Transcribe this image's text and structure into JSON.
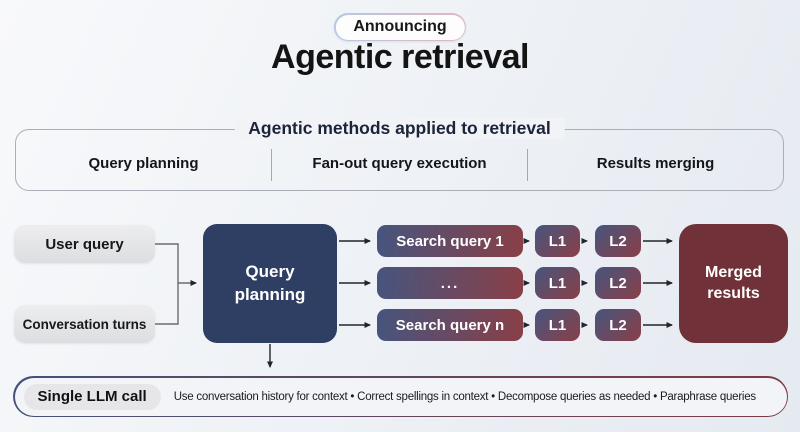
{
  "page": {
    "badge": "Announcing",
    "title": "Agentic retrieval"
  },
  "methods": {
    "title": "Agentic methods applied to retrieval",
    "columns": [
      "Query planning",
      "Fan-out query execution",
      "Results merging"
    ]
  },
  "flow": {
    "inputs": [
      {
        "label": "User query"
      },
      {
        "label": "Conversation turns"
      }
    ],
    "planner_label": "Query planning",
    "rows": [
      {
        "query": "Search query 1",
        "l1": "L1",
        "l2": "L2"
      },
      {
        "query": "...",
        "l1": "L1",
        "l2": "L2"
      },
      {
        "query": "Search query n",
        "l1": "L1",
        "l2": "L2"
      }
    ],
    "output_label": "Merged results"
  },
  "footer": {
    "badge": "Single LLM call",
    "items": [
      "Use conversation history for context",
      "Correct spellings in context",
      "Decompose queries as needed",
      "Paraphrase queries"
    ]
  },
  "colors": {
    "planner_bg": "#2f3e63",
    "merged_bg": "#713138",
    "gradient_blue": "#46557e",
    "gradient_red": "#8a3f47",
    "announce_border_left": "#b7c9e2",
    "announce_border_right": "#e3b5c1",
    "footer_border_left": "#45527a",
    "footer_border_right": "#7d3a43",
    "connector": "#22252b"
  }
}
